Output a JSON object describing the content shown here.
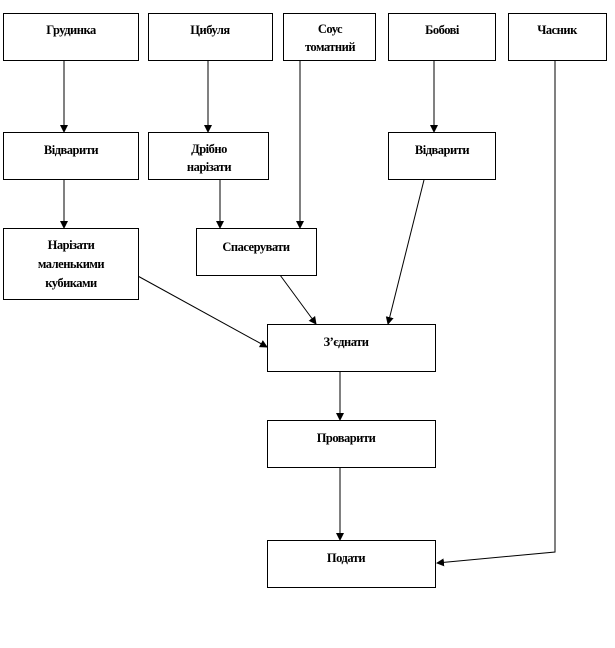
{
  "nodes": {
    "brisket": [
      "Грудинка"
    ],
    "onion": [
      "Цибуля"
    ],
    "tomato_sauce": [
      "Соус",
      "томатний"
    ],
    "beans": [
      "Бобові"
    ],
    "garlic": [
      "Часник"
    ],
    "boil_brisket": [
      "Відварити"
    ],
    "chop_onion": [
      "Дрібно",
      "нарізати"
    ],
    "boil_beans": [
      "Відварити"
    ],
    "dice": [
      "Нарізати",
      "маленькими",
      "кубиками"
    ],
    "saute": [
      "Спасерувати"
    ],
    "combine": [
      "З’єднати"
    ],
    "simmer": [
      "Проварити"
    ],
    "serve": [
      "Подати"
    ]
  }
}
